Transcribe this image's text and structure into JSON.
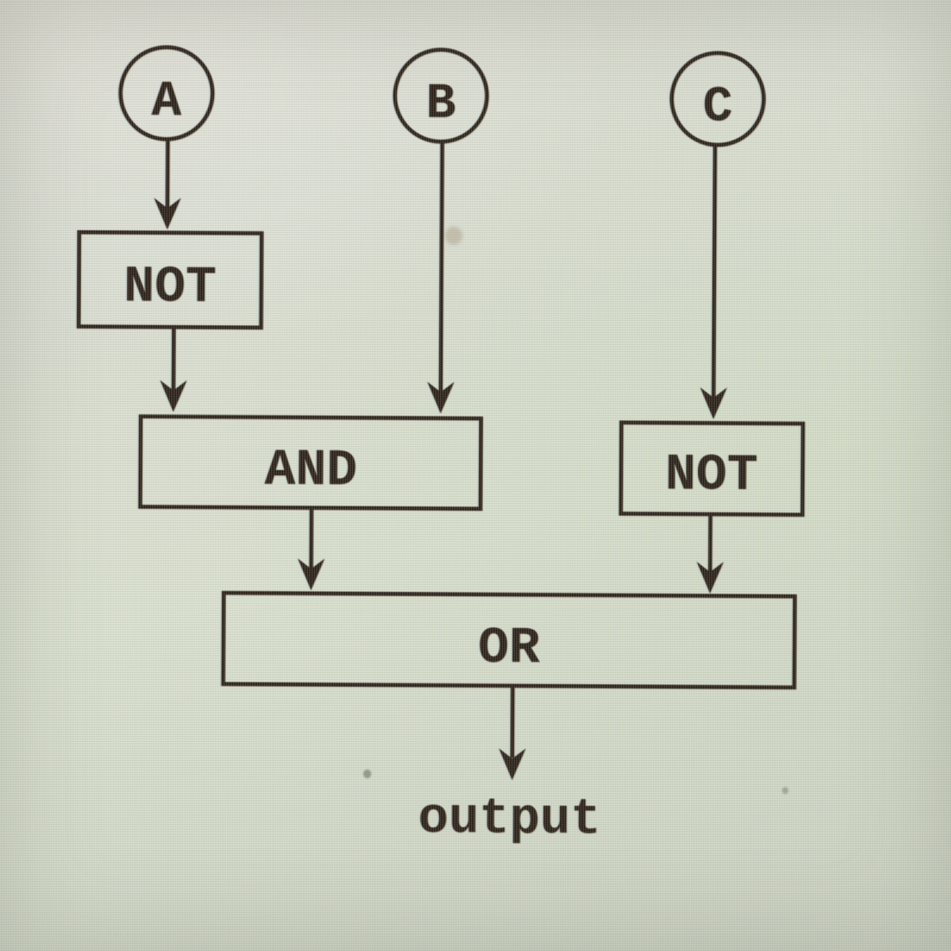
{
  "diagram": {
    "kind": "logic-gate-flowchart",
    "inputs": [
      {
        "id": "A",
        "label": "A"
      },
      {
        "id": "B",
        "label": "B"
      },
      {
        "id": "C",
        "label": "C"
      }
    ],
    "gates": [
      {
        "id": "not1",
        "label": "NOT",
        "inputs": [
          "A"
        ]
      },
      {
        "id": "and1",
        "label": "AND",
        "inputs": [
          "not1",
          "B"
        ]
      },
      {
        "id": "not2",
        "label": "NOT",
        "inputs": [
          "C"
        ]
      },
      {
        "id": "or1",
        "label": "OR",
        "inputs": [
          "and1",
          "not2"
        ]
      }
    ],
    "output_label": "output"
  },
  "colors": {
    "ink": "#2e241c",
    "bg-top-left": "#dad9cf",
    "bg-top-right": "#d9ddd1",
    "bg-mid": "#d9dfce",
    "bg-bottom": "#c9cfbf"
  }
}
